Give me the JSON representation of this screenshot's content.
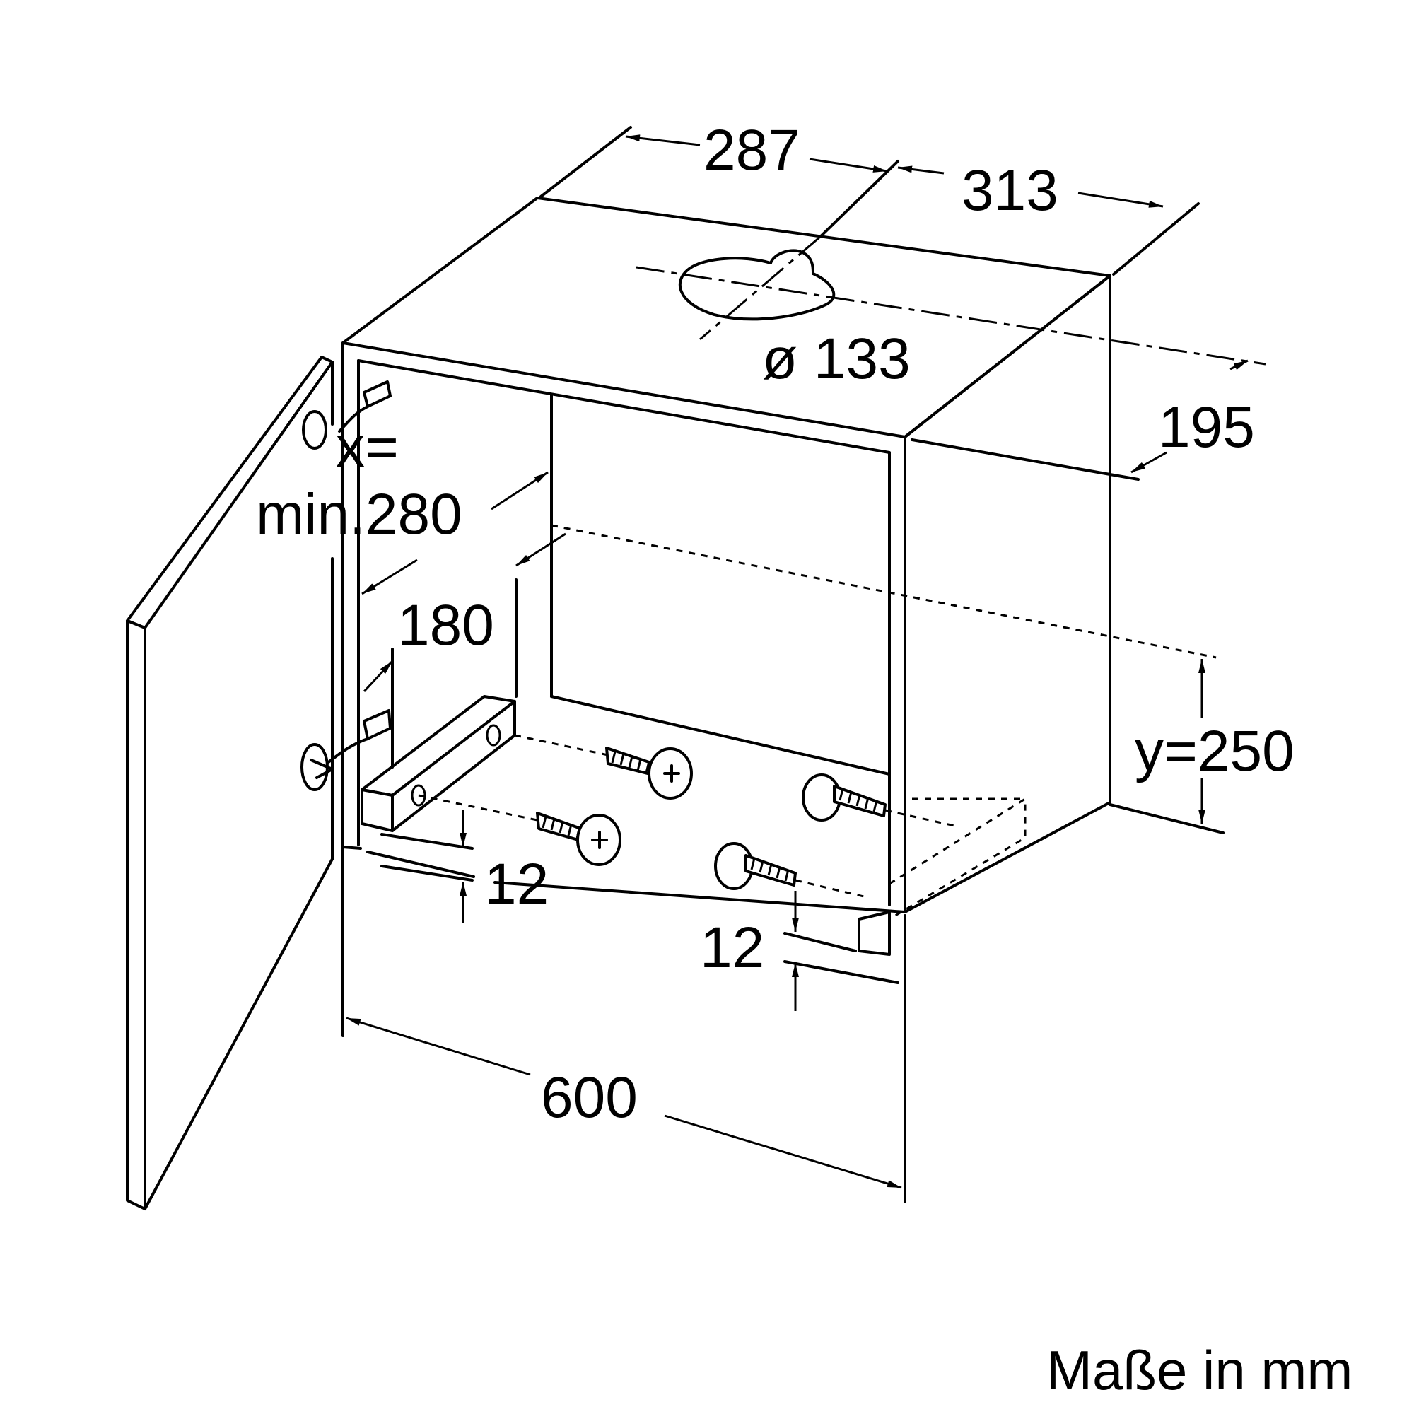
{
  "labels": {
    "top_left_depth": "287",
    "top_right_depth": "313",
    "duct_diameter": "ø 133",
    "duct_offset": "195",
    "door_clearance_x": "x=",
    "door_clearance_min": "min.280",
    "bracket_depth": "180",
    "left_bracket_gap": "12",
    "right_bracket_gap": "12",
    "shelf_height": "y=250",
    "width": "600",
    "units_note": "Maße in mm"
  }
}
